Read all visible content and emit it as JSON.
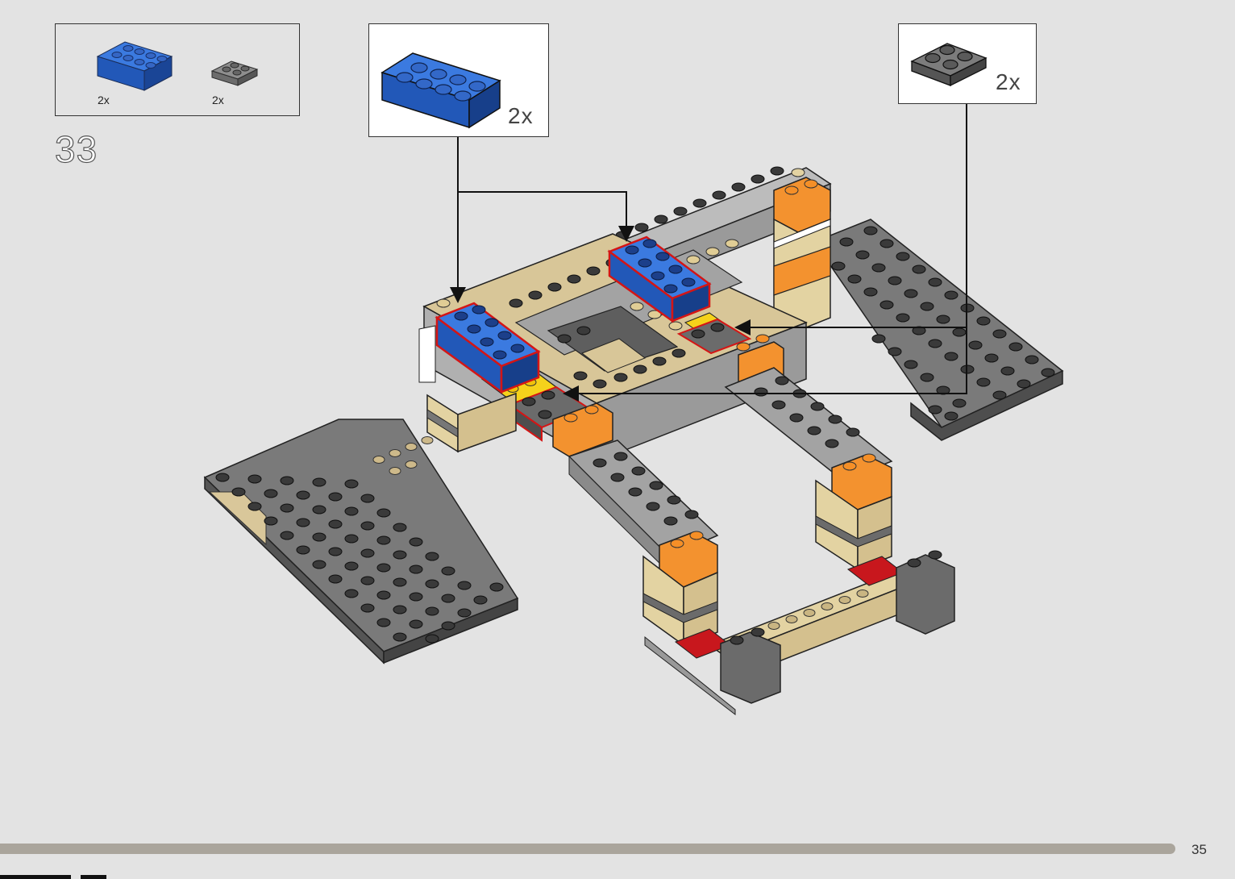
{
  "step": {
    "number": "33"
  },
  "parts_list": {
    "items": [
      {
        "part": "blue-brick-2x4-icon",
        "qty": "2x"
      },
      {
        "part": "gray-plate-2x2-icon",
        "qty": "2x"
      }
    ]
  },
  "callouts": {
    "blue_brick": {
      "part": "blue-brick-2x4-icon",
      "qty": "2x"
    },
    "gray_plate": {
      "part": "gray-plate-2x2-icon",
      "qty": "2x"
    }
  },
  "page": {
    "number": "35"
  },
  "colors": {
    "background": "#e3e3e3",
    "blue": "#2563c7",
    "dark_gray": "#6b6b6b",
    "light_gray": "#a8a8a8",
    "tan": "#e3d3a2",
    "orange": "#f3922f",
    "yellow": "#f5d21b",
    "red": "#c8171d",
    "highlight": "#d41515"
  }
}
